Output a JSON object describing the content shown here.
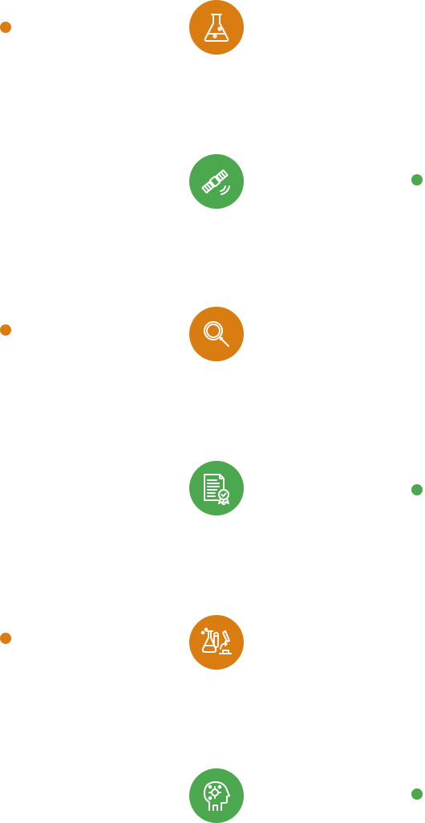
{
  "colors": {
    "orange": "#D97C12",
    "green": "#4CA84F",
    "icon_stroke": "#ffffff"
  },
  "timeline": {
    "steps": [
      {
        "icon": "flask-icon",
        "color": "orange",
        "dot_side": "left"
      },
      {
        "icon": "satellite-icon",
        "color": "green",
        "dot_side": "right"
      },
      {
        "icon": "magnifier-icon",
        "color": "orange",
        "dot_side": "left"
      },
      {
        "icon": "certificate-icon",
        "color": "green",
        "dot_side": "right"
      },
      {
        "icon": "lab-equipment-icon",
        "color": "orange",
        "dot_side": "left"
      },
      {
        "icon": "ai-head-icon",
        "color": "green",
        "dot_side": "right"
      }
    ]
  }
}
